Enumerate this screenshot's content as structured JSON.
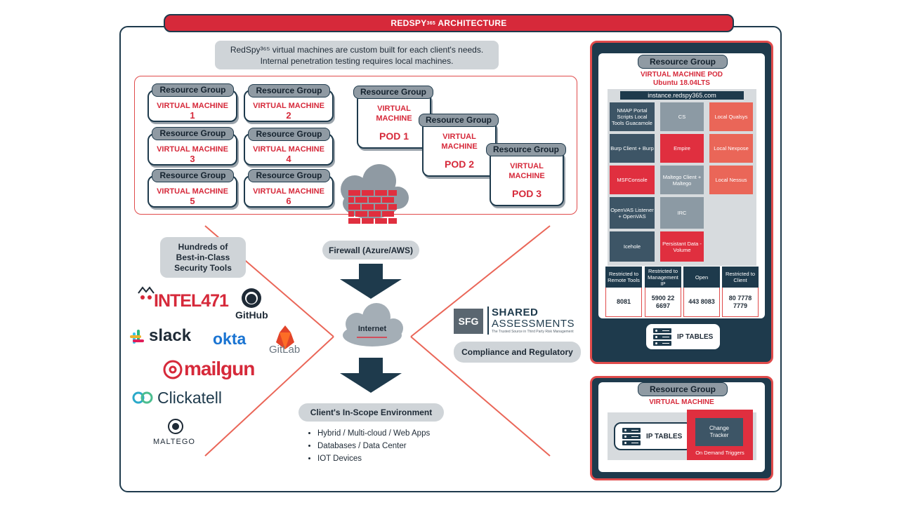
{
  "title": {
    "main": "REDSPY",
    "sup": "365",
    "rest": " ARCHITECTURE"
  },
  "intro": {
    "line1": "RedSpy³⁶⁵ virtual machines are custom built for each client's needs.",
    "line2": "Internal penetration testing requires local machines."
  },
  "resource_group_label": "Resource Group",
  "vms": [
    {
      "label": "VIRTUAL MACHINE",
      "num": "1"
    },
    {
      "label": "VIRTUAL MACHINE",
      "num": "2"
    },
    {
      "label": "VIRTUAL MACHINE",
      "num": "3"
    },
    {
      "label": "VIRTUAL MACHINE",
      "num": "4"
    },
    {
      "label": "VIRTUAL MACHINE",
      "num": "5"
    },
    {
      "label": "VIRTUAL MACHINE",
      "num": "6"
    }
  ],
  "pods": [
    {
      "label1": "VIRTUAL",
      "label2": "MACHINE",
      "name": "POD 1"
    },
    {
      "label1": "VIRTUAL",
      "label2": "MACHINE",
      "name": "POD 2"
    },
    {
      "label1": "VIRTUAL",
      "label2": "MACHINE",
      "name": "POD 3"
    }
  ],
  "firewall_label": "Firewall (Azure/AWS)",
  "internet_label": "Internet",
  "tools_label": {
    "l1": "Hundreds of",
    "l2": "Best-in-Class",
    "l3": "Security Tools"
  },
  "tools": {
    "intel471": "INTEL471",
    "github": "GitHub",
    "slack": "slack",
    "okta": "okta",
    "gitlab": "GitLab",
    "mailgun": "mailgun",
    "clickatell": "Clickatell",
    "maltego": "MALTEGO"
  },
  "compliance": {
    "sfg": "SFG",
    "shared": "SHARED",
    "assessments": "ASSESSMENTS",
    "tagline": "The Trusted Source in Third Party Risk Management",
    "label": "Compliance and Regulatory"
  },
  "client_env": {
    "title": "Client's In-Scope Environment",
    "items": [
      "Hybrid / Multi-cloud / Web Apps",
      "Databases / Data Center",
      "IOT Devices"
    ]
  },
  "pod_panel": {
    "header": "Resource Group",
    "title": "VIRTUAL MACHINE POD",
    "subtitle": "Ubuntu 18.04LTS",
    "hostname": "instance.redspy365.com",
    "grid": [
      [
        "NMAP Portal Scripts Local Tools Guacamole",
        "CS",
        "Local Qualsys"
      ],
      [
        "Burp Client + Burp",
        "Empire",
        "Local Nexpose"
      ],
      [
        "MSFConsole",
        "Maltego Client + Maltego",
        "Local Nessus"
      ],
      [
        "OpenVAS Listener + OpenVAS",
        "IRC",
        ""
      ],
      [
        "Icehole",
        "Persistant Data - Volume",
        ""
      ]
    ],
    "ports": [
      {
        "head": "Restricted to Remote Tools",
        "values": "8081"
      },
      {
        "head": "Restricted to Management IP",
        "values": "5900 22 6697"
      },
      {
        "head": "Open",
        "values": "443 8083"
      },
      {
        "head": "Restricted to Client",
        "values": "80 7778 7779"
      }
    ],
    "iptables": "IP TABLES"
  },
  "vm_panel": {
    "header": "Resource Group",
    "title": "VIRTUAL MACHINE",
    "iptables": "IP TABLES",
    "change_tracker": "Change Tracker",
    "on_demand": "On Demand Triggers"
  },
  "colors": {
    "red": "#d6293a",
    "navy": "#1e3a4c",
    "grey": "#cfd4d8"
  }
}
